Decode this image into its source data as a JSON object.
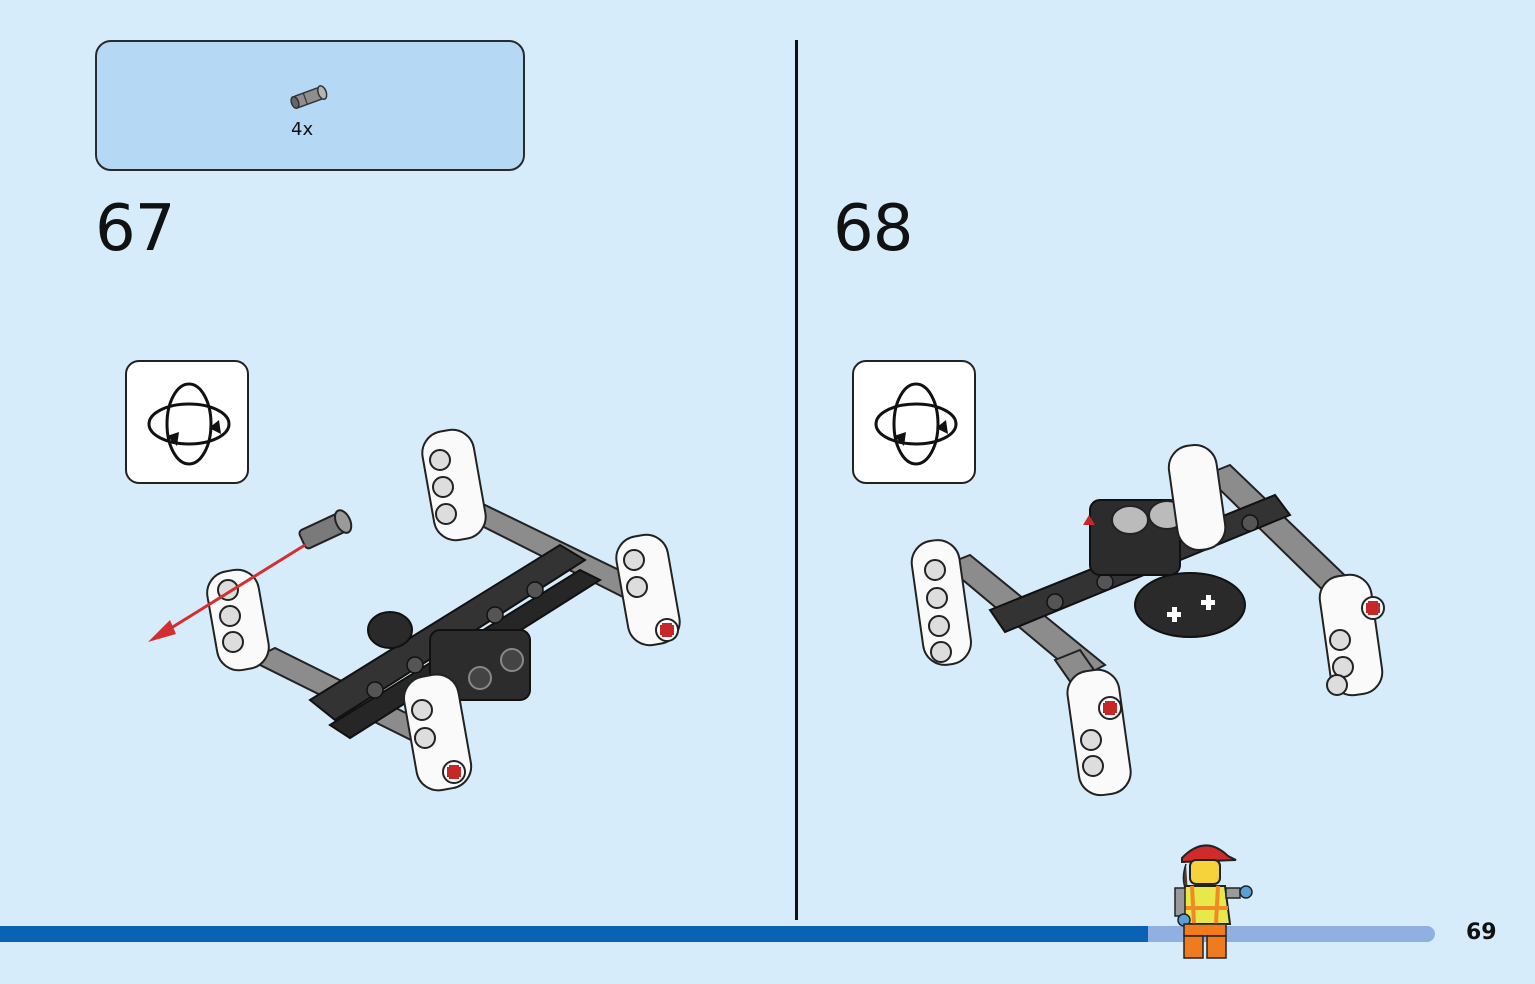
{
  "parts_box": {
    "quantity": "4x",
    "part_icon": "technic-axle-pin-connector-icon"
  },
  "steps": [
    {
      "number": "67",
      "rotate_icon": "rotate-model-icon"
    },
    {
      "number": "68",
      "rotate_icon": "rotate-model-icon"
    }
  ],
  "footer": {
    "page_number": "69",
    "progress_fraction": 0.8
  },
  "colors": {
    "background": "#d6ecfa",
    "parts_box": "#b5d9f5",
    "progress_dark": "#0a62b4",
    "progress_light": "#8fb0e0",
    "arrow": "#d32f2f"
  }
}
